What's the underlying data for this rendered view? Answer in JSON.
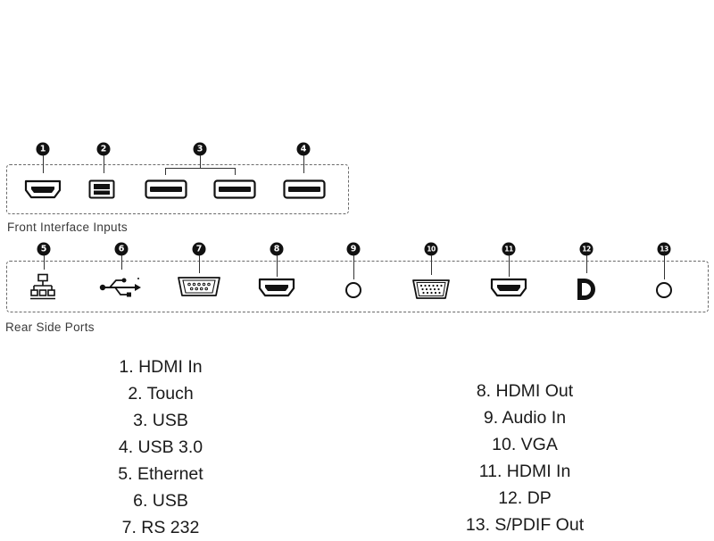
{
  "diagram": {
    "front_panel": {
      "label": "Front Interface Inputs",
      "callouts": [
        "1",
        "2",
        "3",
        "4"
      ],
      "ports": [
        {
          "callout": "1",
          "icon": "hdmi-port-icon"
        },
        {
          "callout": "2",
          "icon": "touch-usb-b-port-icon"
        },
        {
          "callout": "3",
          "icon": "usb-port-icon"
        },
        {
          "callout": "3",
          "icon": "usb-port-icon"
        },
        {
          "callout": "4",
          "icon": "usb3-port-icon"
        }
      ]
    },
    "rear_panel": {
      "label": "Rear Side Ports",
      "callouts": [
        "5",
        "6",
        "7",
        "8",
        "9",
        "10",
        "11",
        "12",
        "13"
      ],
      "ports": [
        {
          "callout": "5",
          "icon": "ethernet-icon"
        },
        {
          "callout": "6",
          "icon": "usb-symbol-icon"
        },
        {
          "callout": "7",
          "icon": "rs232-port-icon"
        },
        {
          "callout": "8",
          "icon": "hdmi-port-icon"
        },
        {
          "callout": "9",
          "icon": "audio-jack-icon"
        },
        {
          "callout": "10",
          "icon": "vga-port-icon"
        },
        {
          "callout": "11",
          "icon": "hdmi-port-icon"
        },
        {
          "callout": "12",
          "icon": "displayport-logo-icon"
        },
        {
          "callout": "13",
          "icon": "audio-jack-icon"
        }
      ]
    }
  },
  "legend": {
    "left": [
      "1. HDMI In",
      "2. Touch",
      "3. USB",
      "4. USB 3.0",
      "5. Ethernet",
      "6. USB",
      "7. RS 232"
    ],
    "right": [
      "8. HDMI Out",
      "9. Audio In",
      "10. VGA",
      "11. HDMI In",
      "12. DP",
      "13. S/PDIF Out"
    ]
  }
}
